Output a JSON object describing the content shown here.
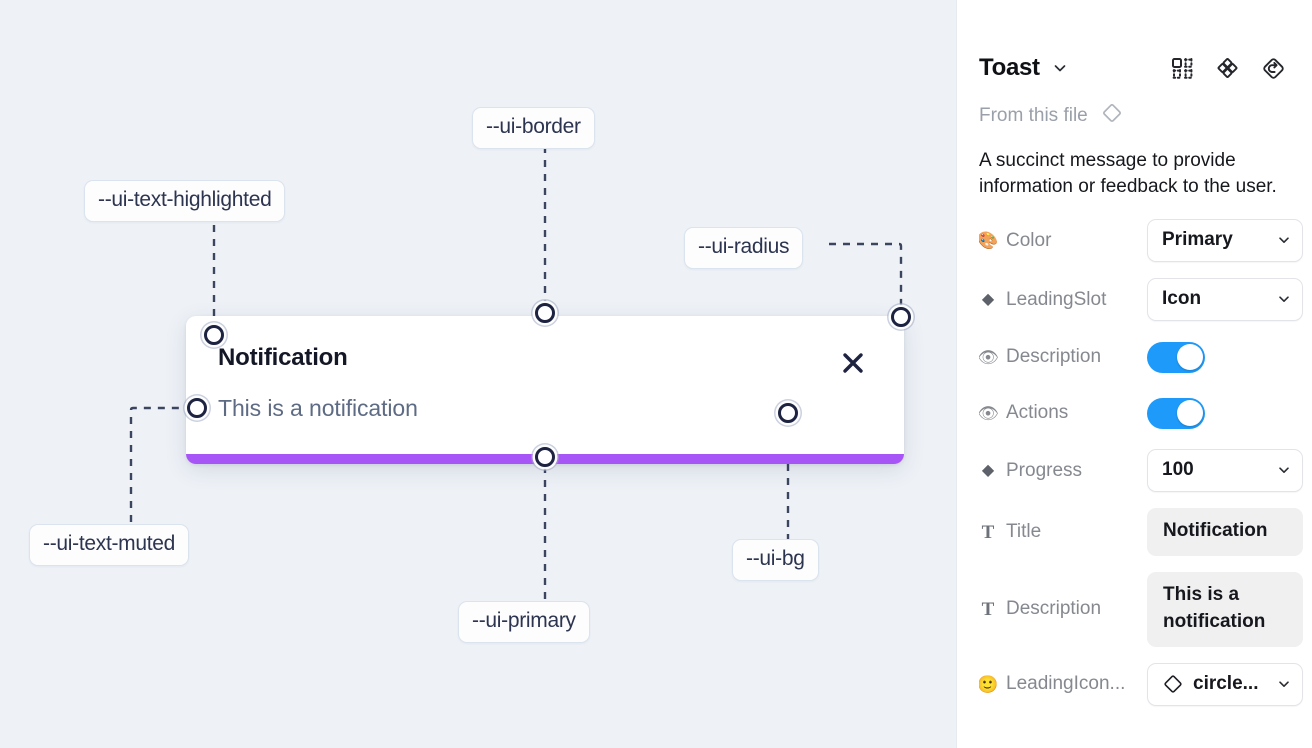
{
  "canvas": {
    "background_color": "#eef2f7",
    "toast": {
      "title": "Notification",
      "description": "This is a notification",
      "close_icon": "close-x-icon",
      "progress_color": "#a855f7",
      "progress_percent": 100
    },
    "annotations": [
      {
        "id": "ui-border",
        "label": "--ui-border"
      },
      {
        "id": "ui-text-highlighted",
        "label": "--ui-text-highlighted"
      },
      {
        "id": "ui-radius",
        "label": "--ui-radius"
      },
      {
        "id": "ui-text-muted",
        "label": "--ui-text-muted"
      },
      {
        "id": "ui-primary",
        "label": "--ui-primary"
      },
      {
        "id": "ui-bg",
        "label": "--ui-bg"
      }
    ]
  },
  "panel": {
    "title": "Toast",
    "title_chevron_icon": "chevron-down-icon",
    "header_icons": [
      {
        "name": "component-set-icon"
      },
      {
        "name": "four-diamond-icon"
      },
      {
        "name": "reset-instance-icon"
      }
    ],
    "from_file": {
      "label": "From this file",
      "icon": "diamond-component-icon"
    },
    "description": "A succinct message to provide information or feedback to the user.",
    "properties": [
      {
        "icon": "palette-icon",
        "icon_glyph": "🎨",
        "icon_kind": "emoji",
        "label": "Color",
        "control": "select",
        "value": "Primary"
      },
      {
        "icon": "diamond-icon",
        "icon_glyph": "◆",
        "icon_kind": "diamond",
        "label": "LeadingSlot",
        "control": "select",
        "value": "Icon"
      },
      {
        "icon": "eye-icon",
        "icon_glyph": "👁",
        "icon_kind": "emoji",
        "label": "Description",
        "control": "toggle",
        "value": "on"
      },
      {
        "icon": "eye-icon",
        "icon_glyph": "👁",
        "icon_kind": "emoji",
        "label": "Actions",
        "control": "toggle",
        "value": "on"
      },
      {
        "icon": "diamond-icon",
        "icon_glyph": "◆",
        "icon_kind": "diamond",
        "label": "Progress",
        "control": "select",
        "value": "100"
      },
      {
        "icon": "text-icon",
        "icon_glyph": "T",
        "icon_kind": "tglyph",
        "label": "Title",
        "control": "textfield",
        "value": "Notification"
      },
      {
        "icon": "text-icon",
        "icon_glyph": "T",
        "icon_kind": "tglyph",
        "label": "Description",
        "control": "textfield",
        "value": "This is a notification"
      },
      {
        "icon": "emoji-icon",
        "icon_glyph": "🙂",
        "icon_kind": "emoji",
        "label": "LeadingIcon...",
        "control": "select-icon",
        "value": "circle..."
      }
    ]
  },
  "colors": {
    "accent_blue": "#1e9bfa",
    "primary_purple": "#a855f7",
    "canvas_bg": "#eef2f7",
    "annotation_stroke": "#3c4560"
  }
}
